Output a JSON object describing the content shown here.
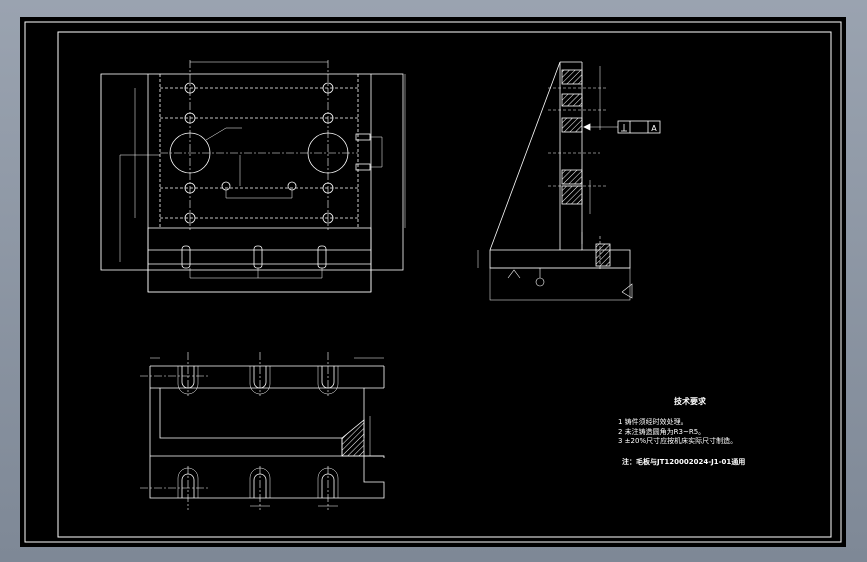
{
  "colors": {
    "background": "#000000",
    "line": "#ffffff",
    "hatch": "#ffffff"
  },
  "notes": {
    "title": "技术要求",
    "items": [
      "1 铸件须经时效处理。",
      "2 未注铸造圆角为R3~R5。",
      "3 ±20%尺寸应按机床实际尺寸制造。"
    ],
    "remark": "注：毛板与JT120002024-J1-01通用"
  },
  "datum": {
    "label": "A"
  }
}
